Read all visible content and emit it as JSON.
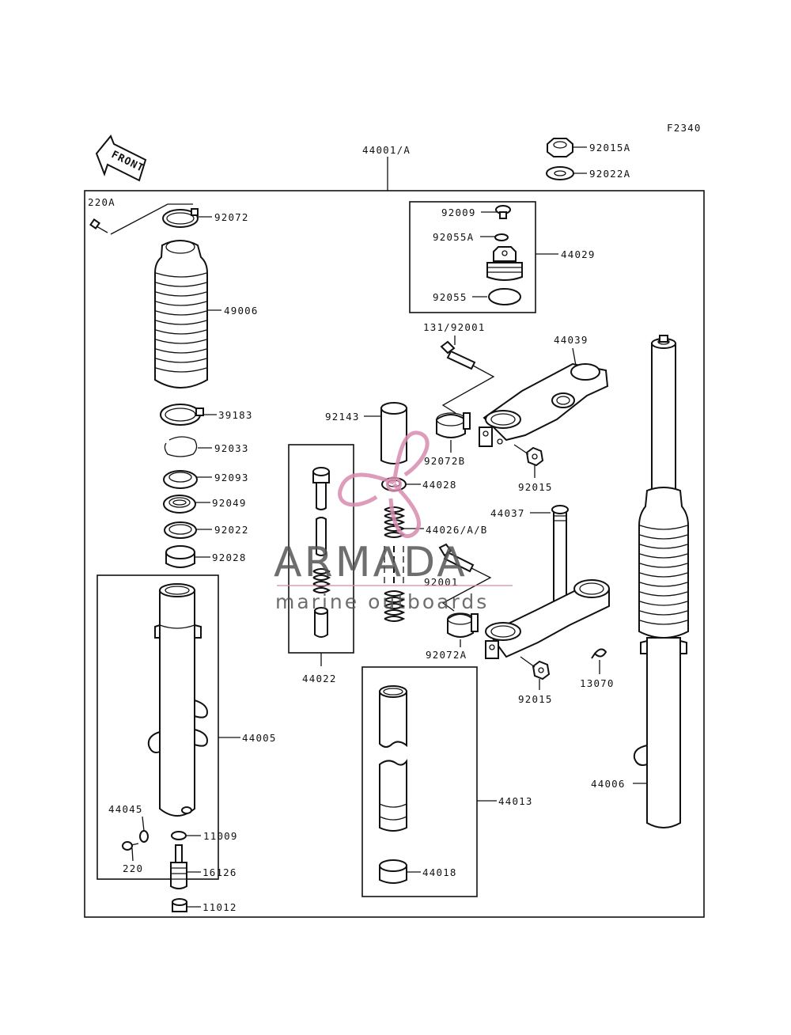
{
  "figure_code": "F2340",
  "front_label": "FRONT",
  "watermark": {
    "brand": "ARMADA",
    "tagline": "marine outboards",
    "color_text": "#555555",
    "color_logo": "#d98bb0"
  },
  "callouts": {
    "c44001": "44001/A",
    "c92015A": "92015A",
    "c92022A": "92022A",
    "c220A": "220A",
    "c92072": "92072",
    "c49006": "49006",
    "c39183": "39183",
    "c92033": "92033",
    "c92093": "92093",
    "c92049": "92049",
    "c92022": "92022",
    "c92028": "92028",
    "c44005": "44005",
    "c44045": "44045",
    "c220": "220",
    "c11009": "11009",
    "c16126": "16126",
    "c11012": "11012",
    "c92009": "92009",
    "c92055A": "92055A",
    "c44029": "44029",
    "c92055": "92055",
    "c131_92001": "131/92001",
    "c44039": "44039",
    "c92143": "92143",
    "c92072B": "92072B",
    "c92015_top": "92015",
    "c44028": "44028",
    "c44026": "44026/A/B",
    "c44037": "44037",
    "c92001": "92001",
    "c92072A": "92072A",
    "c92015_bot": "92015",
    "c13070": "13070",
    "c44022": "44022",
    "c44013": "44013",
    "c44018": "44018",
    "c44006": "44006"
  }
}
